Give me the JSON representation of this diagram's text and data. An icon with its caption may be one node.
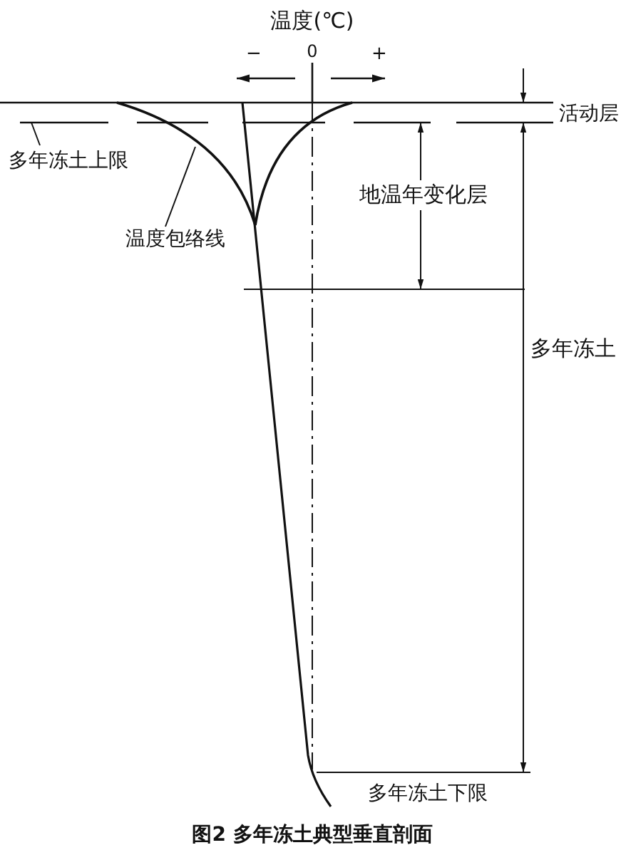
{
  "diagram": {
    "caption": "图2  多年冻土典型垂直剖面",
    "nodes": [
      {
        "text": [
          "多年冻土上限"
        ]
      },
      {
        "text": [],
        "shape": "line"
      },
      {
        "text": [
          "温度包络线"
        ]
      },
      {
        "text": [],
        "shape": "curve"
      }
    ],
    "edges": [
      {
        "from": 0,
        "to": 1,
        "arrow": "none"
      },
      {
        "from": 2,
        "to": 3,
        "arrow": "none"
      }
    ],
    "labels": [
      "温度(℃)",
      "−",
      "0",
      "+",
      "活动层",
      "地温年变化层",
      "多年冻土",
      "多年冻土下限"
    ]
  }
}
